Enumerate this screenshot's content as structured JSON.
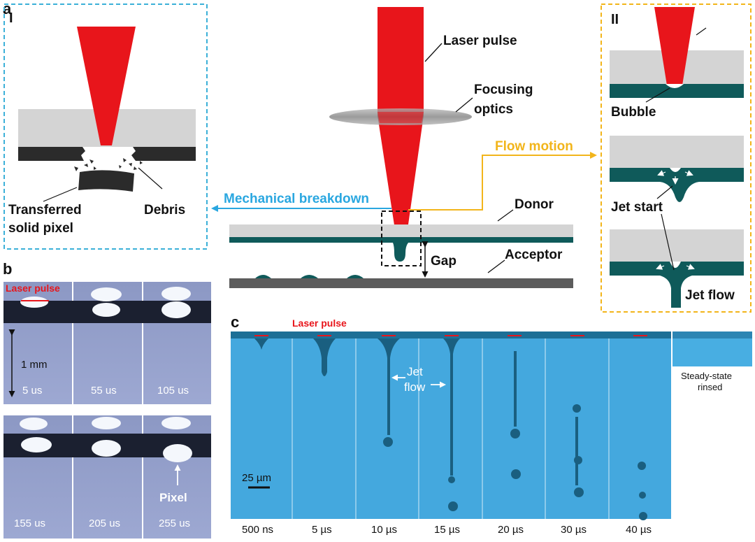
{
  "panels": {
    "a": "a",
    "b": "b",
    "c": "c",
    "I": "I",
    "II": "II"
  },
  "center": {
    "laser_pulse": "Laser pulse",
    "focusing_1": "Focusing",
    "focusing_2": "optics",
    "flow_motion": "Flow motion",
    "mechanical_breakdown": "Mechanical breakdown",
    "donor": "Donor",
    "gap": "Gap",
    "acceptor": "Acceptor"
  },
  "panel_I": {
    "transferred_1": "Transferred",
    "transferred_2": "solid pixel",
    "debris": "Debris"
  },
  "panel_II": {
    "bubble": "Bubble",
    "jet_start": "Jet start",
    "jet_flow": "Jet flow"
  },
  "panel_b": {
    "laser_pulse": "Laser pulse",
    "scale": "1 mm",
    "pixel": "Pixel",
    "times": [
      "5 us",
      "55 us",
      "105 us",
      "155 us",
      "205 us",
      "255 us"
    ]
  },
  "panel_c": {
    "laser_pulse": "Laser pulse",
    "jet_1": "Jet",
    "jet_2": "flow",
    "scale": "25 µm",
    "rinsed_1": "Steady-state",
    "rinsed_2": "rinsed",
    "times": [
      "500 ns",
      "5 µs",
      "10 µs",
      "15 µs",
      "20 µs",
      "30 µs",
      "40 µs"
    ]
  },
  "colors": {
    "laser": "#e8151b",
    "teal": "#0f5a5a",
    "cyan_box": "#3bb0d8",
    "yellow": "#f2b51b",
    "blue_arrow": "#2aa7e0",
    "glass": "#d4d4d4"
  }
}
